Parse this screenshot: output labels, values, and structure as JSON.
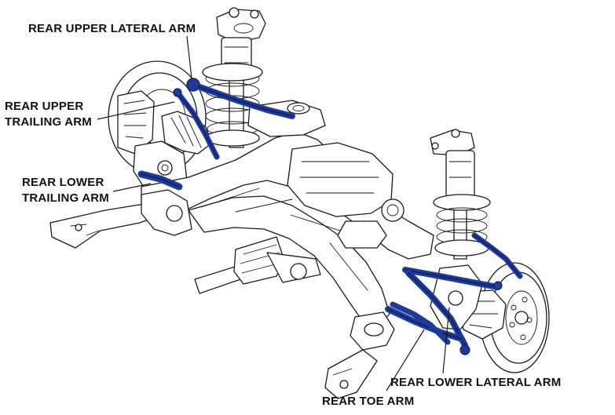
{
  "labels": {
    "upper_lateral": "REAR UPPER LATERAL ARM",
    "upper_trailing_1": "REAR UPPER",
    "upper_trailing_2": "TRAILING ARM",
    "lower_trailing_1": "REAR LOWER",
    "lower_trailing_2": "TRAILING ARM",
    "lower_lateral": "REAR LOWER LATERAL ARM",
    "toe_arm": "REAR TOE ARM"
  },
  "colors": {
    "arm_highlight": "#1e3a9c",
    "arm_dark": "#10246b",
    "line_art": "#1a1a1a",
    "label_text": "#111111",
    "background": "#ffffff"
  }
}
